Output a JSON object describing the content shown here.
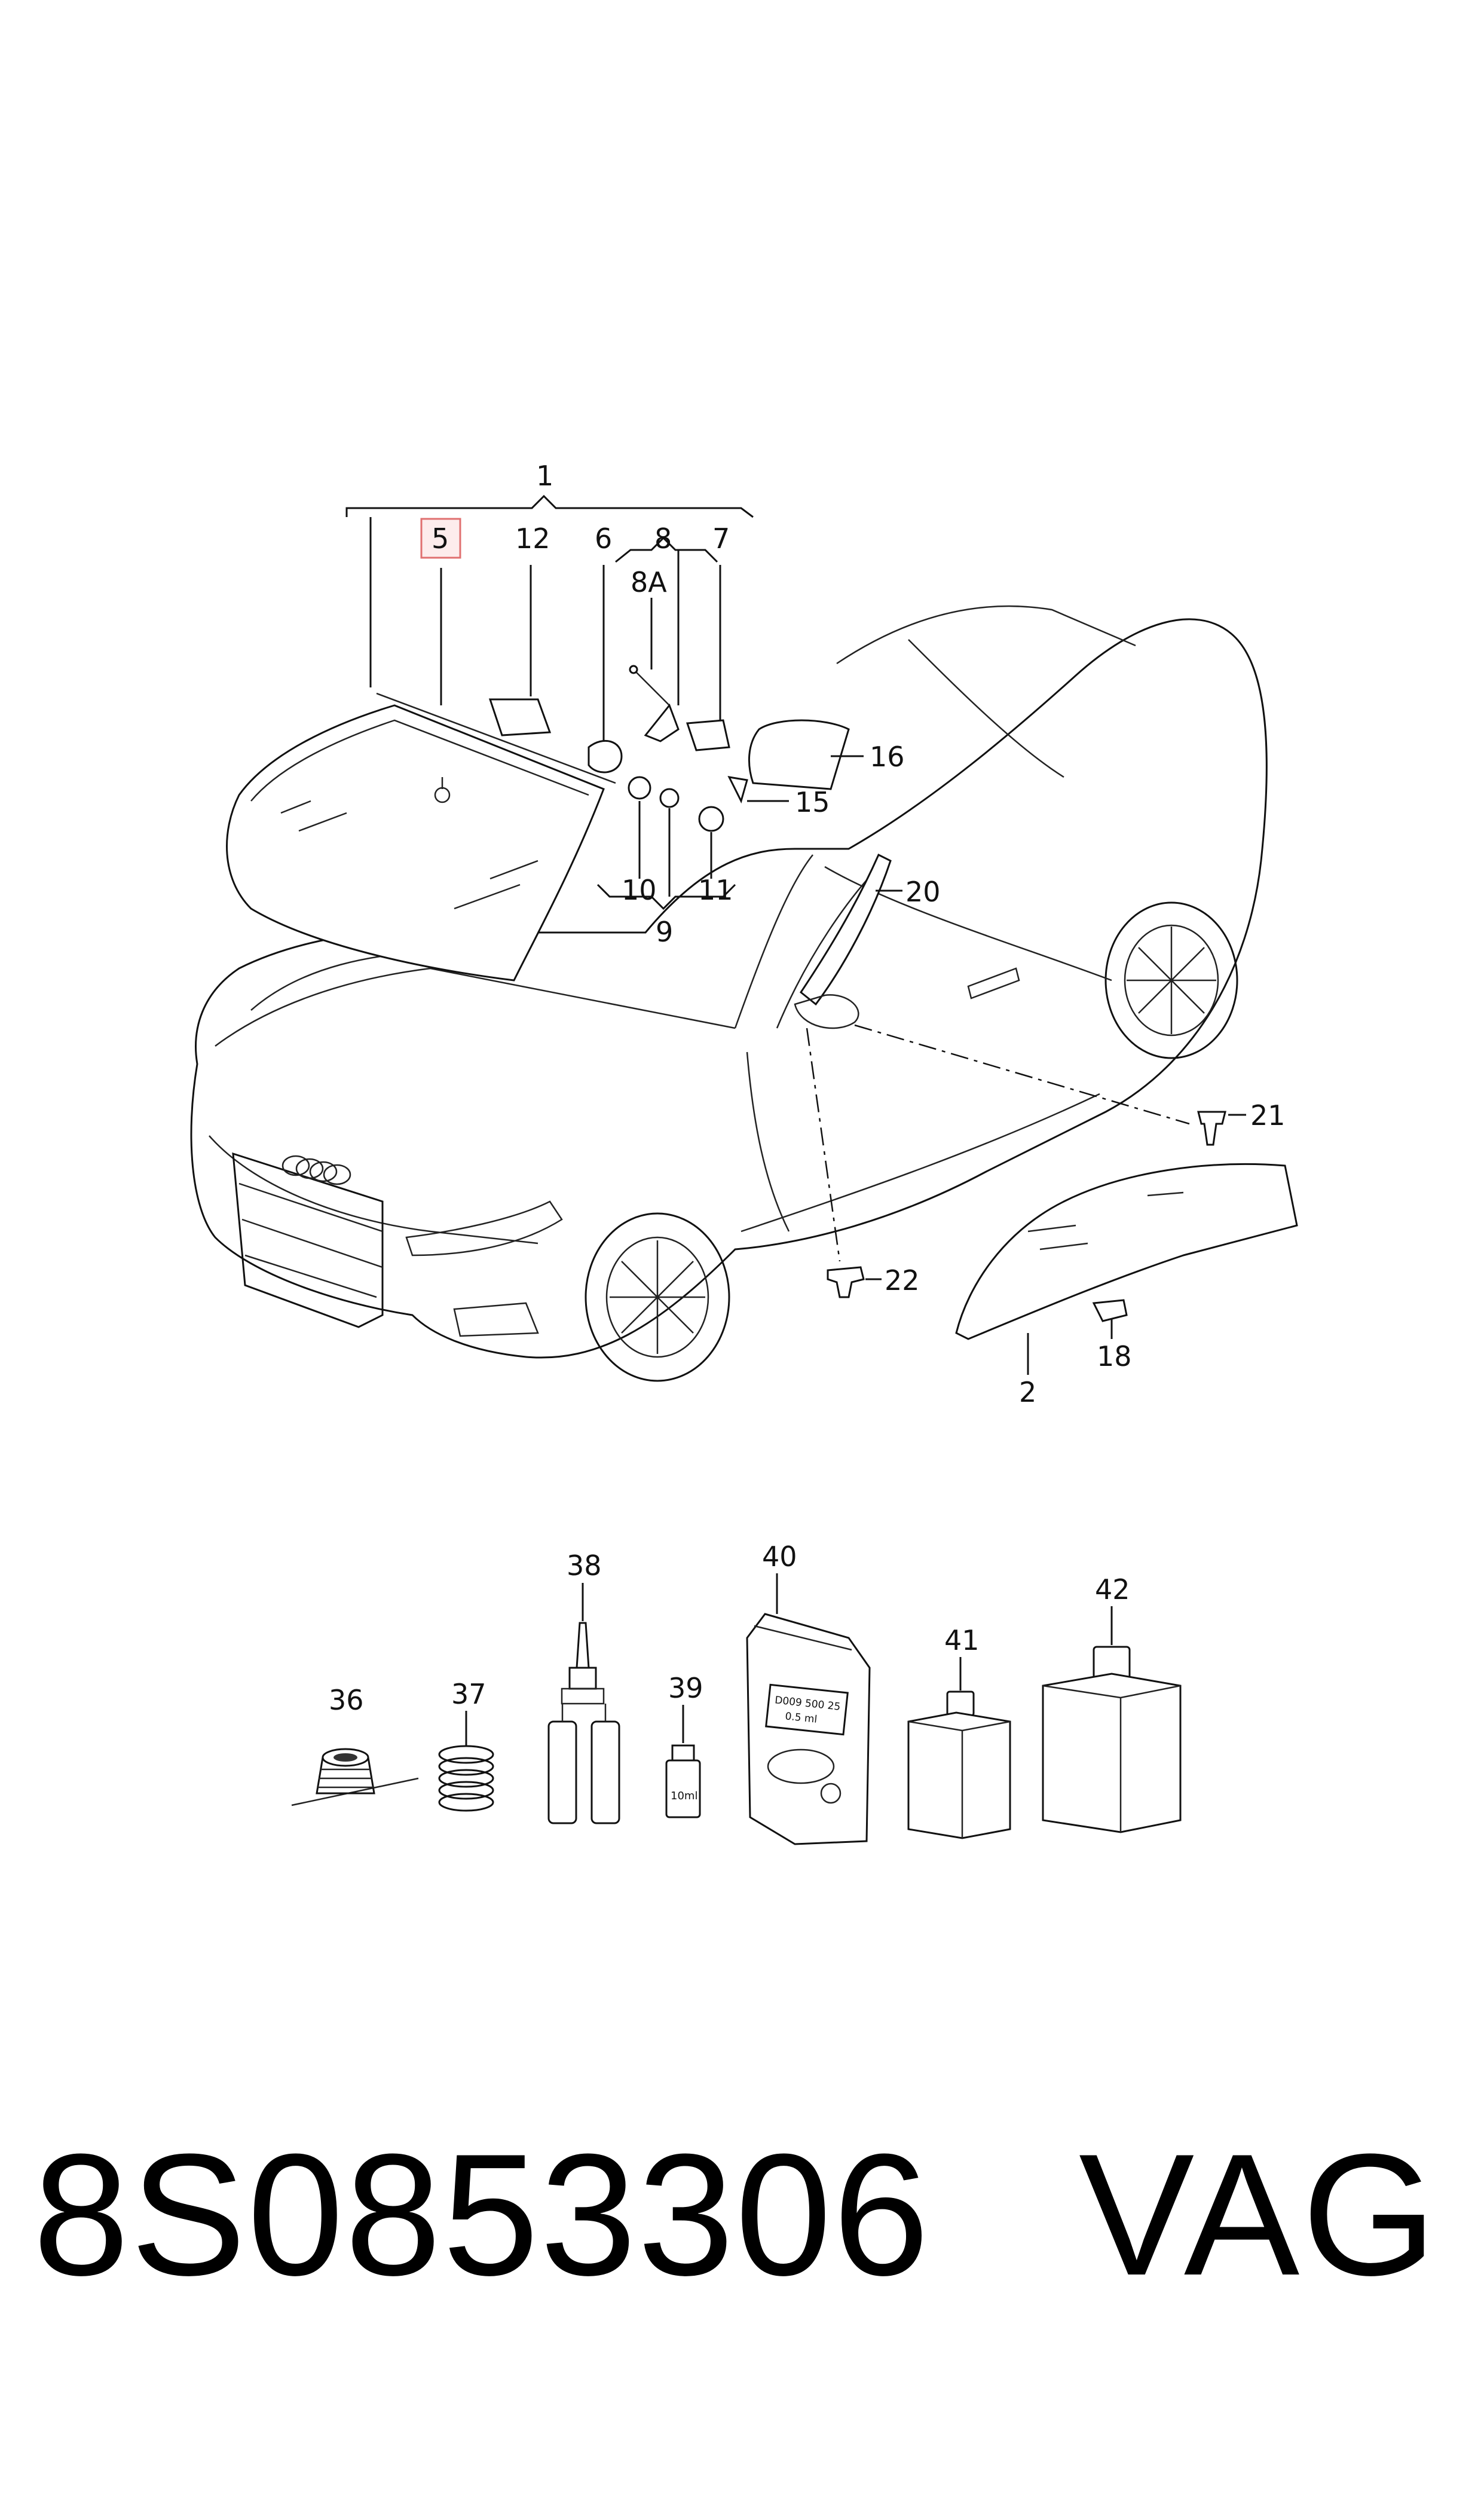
{
  "labels": {
    "l1": "1",
    "l5": "5",
    "l12": "12",
    "l6": "6",
    "l8": "8",
    "l7": "7",
    "l8a": "8A",
    "l16": "16",
    "l15": "15",
    "l10": "10",
    "l11": "11",
    "l9": "9",
    "l20": "20",
    "l21": "21",
    "l22": "22",
    "l2": "2",
    "l18": "18",
    "l36": "36",
    "l37": "37",
    "l38": "38",
    "l39": "39",
    "l40": "40",
    "l41": "41",
    "l42": "42"
  },
  "bottle_text": "10ml",
  "bag_text": [
    "D009 500 25",
    "0.5 ml"
  ],
  "footer": {
    "part_number": "8S0853306",
    "brand": "VAG"
  },
  "colors": {
    "highlight_box": "#e07070",
    "highlight_fill": "#fdecec",
    "line": "#111111"
  }
}
